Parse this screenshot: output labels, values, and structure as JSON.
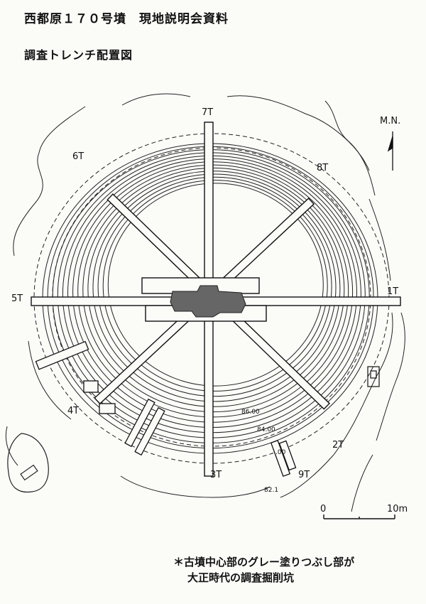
{
  "title": "西都原１７０号墳　現地説明会資料",
  "subtitle": "調査トレンチ配置図",
  "north_label": "M.N.",
  "trenches": [
    {
      "id": "1T",
      "label": "1T"
    },
    {
      "id": "2T",
      "label": "2T"
    },
    {
      "id": "3T",
      "label": "3T"
    },
    {
      "id": "4T",
      "label": "4T"
    },
    {
      "id": "5T",
      "label": "5T"
    },
    {
      "id": "6T",
      "label": "6T"
    },
    {
      "id": "7T",
      "label": "7T"
    },
    {
      "id": "8T",
      "label": "8T"
    },
    {
      "id": "9T",
      "label": "9T"
    }
  ],
  "contours": {
    "label_86": "86.00",
    "label_84": "84.00",
    "label_82": "82.1",
    "label_80": ".00"
  },
  "scale": {
    "start": "0",
    "end": "10m"
  },
  "note": {
    "line1": "＊古墳中心部のグレー塗りつぶし部が",
    "line2": "大正時代の調査掘削坑"
  },
  "colors": {
    "ink": "#111111",
    "pit": "#666666",
    "paper": "#fbfbf8"
  }
}
